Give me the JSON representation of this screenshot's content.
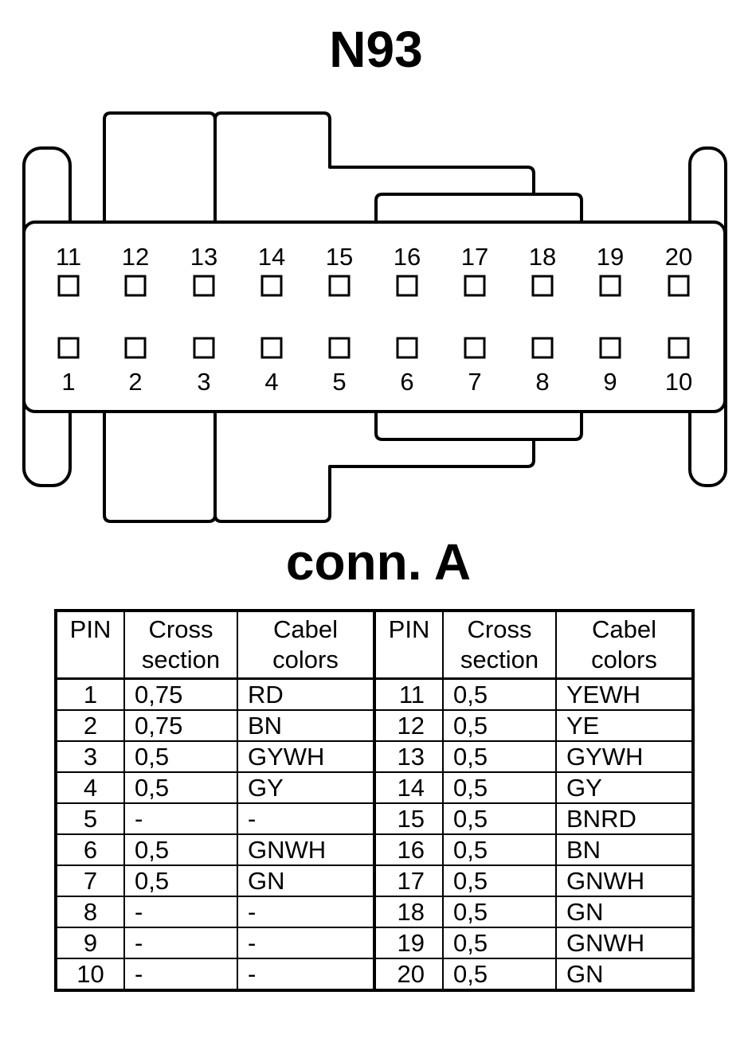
{
  "title": "N93",
  "connector_label": "conn. A",
  "top_pins": [
    "11",
    "12",
    "13",
    "14",
    "15",
    "16",
    "17",
    "18",
    "19",
    "20"
  ],
  "bottom_pins": [
    "1",
    "2",
    "3",
    "4",
    "5",
    "6",
    "7",
    "8",
    "9",
    "10"
  ],
  "table": {
    "headers": [
      "PIN",
      "Cross section",
      "Cabel colors",
      "PIN",
      "Cross section",
      "Cabel colors"
    ],
    "rows": [
      [
        "1",
        "0,75",
        "RD",
        "11",
        "0,5",
        "YEWH"
      ],
      [
        "2",
        "0,75",
        "BN",
        "12",
        "0,5",
        "YE"
      ],
      [
        "3",
        "0,5",
        "GYWH",
        "13",
        "0,5",
        "GYWH"
      ],
      [
        "4",
        "0,5",
        "GY",
        "14",
        "0,5",
        "GY"
      ],
      [
        "5",
        "-",
        "-",
        "15",
        "0,5",
        "BNRD"
      ],
      [
        "6",
        "0,5",
        "GNWH",
        "16",
        "0,5",
        "BN"
      ],
      [
        "7",
        "0,5",
        "GN",
        "17",
        "0,5",
        "GNWH"
      ],
      [
        "8",
        "-",
        "-",
        "18",
        "0,5",
        "GN"
      ],
      [
        "9",
        "-",
        "-",
        "19",
        "0,5",
        "GNWH"
      ],
      [
        "10",
        "-",
        "-",
        "20",
        "0,5",
        "GN"
      ]
    ]
  }
}
